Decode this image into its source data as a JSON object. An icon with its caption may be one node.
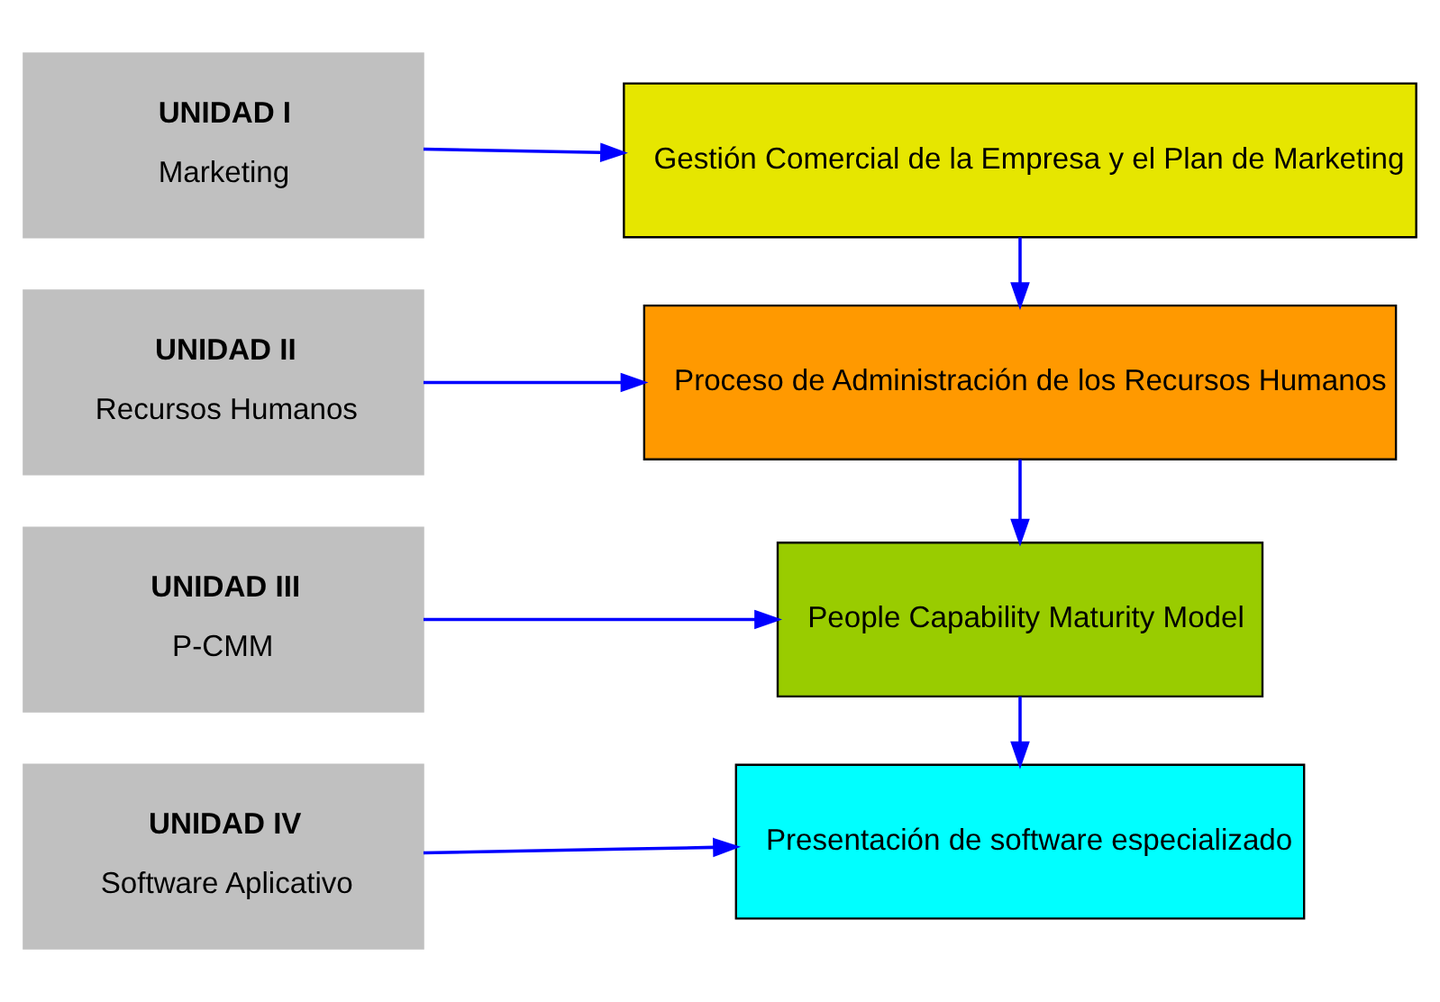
{
  "diagram": {
    "nodes": [
      {
        "text": [
          "UNIDAD I",
          "Marketing"
        ]
      },
      {
        "text": [
          "UNIDAD II",
          "Recursos Humanos"
        ]
      },
      {
        "text": [
          "UNIDAD III",
          "P-CMM"
        ]
      },
      {
        "text": [
          "UNIDAD IV",
          "Software Aplicativo"
        ]
      },
      {
        "text": [
          "Gestión Comercial de la Empresa y el Plan de Marketing"
        ]
      },
      {
        "text": [
          "Proceso de Administración de los Recursos Humanos"
        ]
      },
      {
        "text": [
          "People Capability Maturity Model"
        ]
      },
      {
        "text": [
          "Presentación de software especializado"
        ]
      }
    ],
    "edges": [
      {
        "from": 0,
        "to": 4,
        "arrow": "to"
      },
      {
        "from": 4,
        "to": 5,
        "arrow": "to"
      },
      {
        "from": 1,
        "to": 5,
        "arrow": "to"
      },
      {
        "from": 5,
        "to": 6,
        "arrow": "to"
      },
      {
        "from": 2,
        "to": 6,
        "arrow": "to"
      },
      {
        "from": 6,
        "to": 7,
        "arrow": "to"
      },
      {
        "from": 3,
        "to": 7,
        "arrow": "to"
      }
    ]
  }
}
